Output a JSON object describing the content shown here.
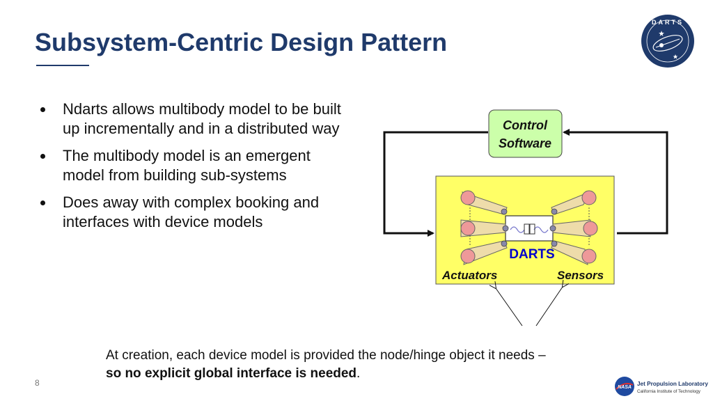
{
  "slide": {
    "title": "Subsystem-Centric Design Pattern",
    "bullets": [
      "Ndarts allows multibody model to be built up incrementally and in a distributed way",
      "The multibody model is an emergent model from building sub-systems",
      "Does away with complex booking and interfaces with device models"
    ],
    "caption": {
      "normal": "At creation, each device model is provided the node/hinge object it needs –",
      "bold": "so no explicit global interface is needed",
      "tail": "."
    },
    "page_number": "8"
  },
  "diagram": {
    "control_software_line1": "Control",
    "control_software_line2": "Software",
    "darts_label": "DARTS",
    "actuators_label": "Actuators",
    "sensors_label": "Sensors"
  },
  "logo": {
    "text": "DARTS"
  },
  "footer": {
    "nasa": "NASA",
    "jpl_name": "Jet Propulsion Laboratory",
    "jpl_sub": "California Institute of Technology"
  },
  "colors": {
    "title": "#1f3a6b",
    "control_box": "#ccffaa",
    "darts_box": "#ffff66",
    "darts_text": "#0000cc"
  }
}
